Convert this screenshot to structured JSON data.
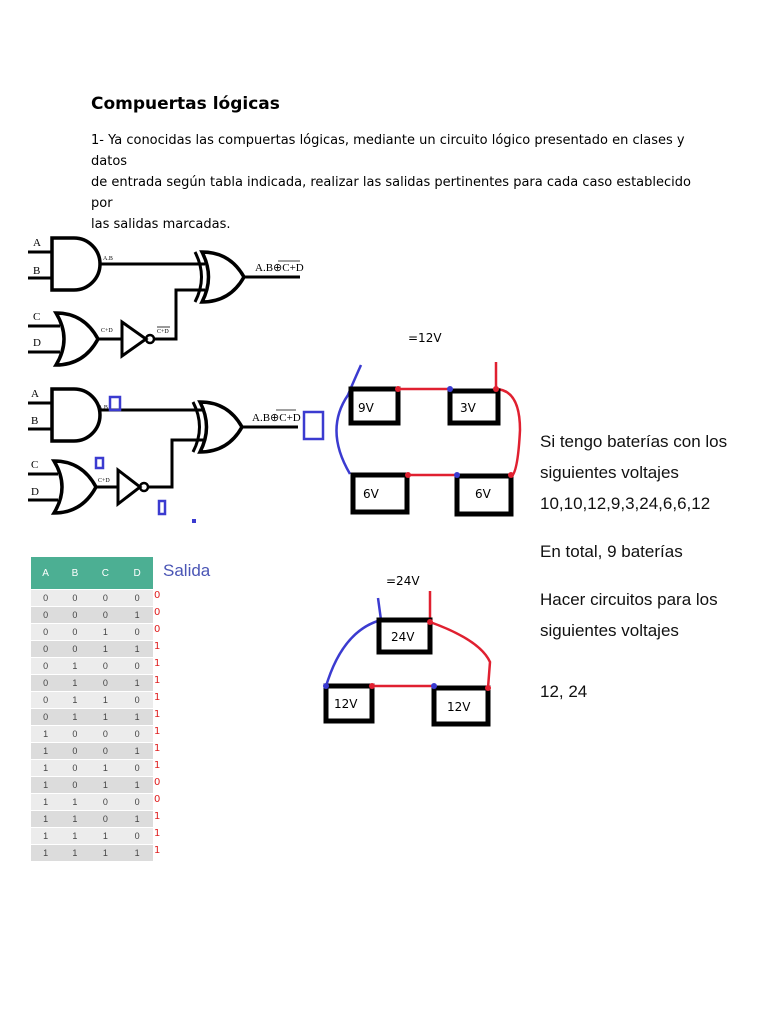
{
  "document": {
    "title": "Compuertas lógicas",
    "intro_lines": [
      "1- Ya conocidas las compuertas lógicas, mediante un circuito lógico presentado en clases y datos",
      "de entrada según tabla indicada, realizar las salidas pertinentes para cada caso establecido por",
      "las salidas marcadas."
    ]
  },
  "circuits": {
    "top": {
      "inputs": [
        "A",
        "B",
        "C",
        "D"
      ],
      "and_label": "A.B",
      "or_label": "C+D",
      "not_label": "C+D",
      "output": "A.B⊕C+D"
    },
    "bottom": {
      "inputs": [
        "A",
        "B",
        "C",
        "D"
      ],
      "and_label": "A.B",
      "or_label": "C+D",
      "output": "A.B⊕C+D"
    }
  },
  "battery_diagrams": {
    "one": {
      "total": "=12V",
      "cells": [
        "9V",
        "3V",
        "6V",
        "6V"
      ]
    },
    "two": {
      "total": "=24V",
      "cells": [
        "24V",
        "12V",
        "12V"
      ]
    }
  },
  "side_text": {
    "p1": [
      "Si tengo baterías con los",
      "siguientes voltajes",
      "10,10,12,9,3,24,6,6,12"
    ],
    "p2": "En total, 9 baterías",
    "p3": [
      "Hacer circuitos para los",
      "siguientes voltajes"
    ],
    "p4": "12, 24"
  },
  "truth_table": {
    "headers": [
      "A",
      "B",
      "C",
      "D"
    ],
    "output_header": "Salida",
    "rows": [
      [
        "0",
        "0",
        "0",
        "0"
      ],
      [
        "0",
        "0",
        "0",
        "1"
      ],
      [
        "0",
        "0",
        "1",
        "0"
      ],
      [
        "0",
        "0",
        "1",
        "1"
      ],
      [
        "0",
        "1",
        "0",
        "0"
      ],
      [
        "0",
        "1",
        "0",
        "1"
      ],
      [
        "0",
        "1",
        "1",
        "0"
      ],
      [
        "0",
        "1",
        "1",
        "1"
      ],
      [
        "1",
        "0",
        "0",
        "0"
      ],
      [
        "1",
        "0",
        "0",
        "1"
      ],
      [
        "1",
        "0",
        "1",
        "0"
      ],
      [
        "1",
        "0",
        "1",
        "1"
      ],
      [
        "1",
        "1",
        "0",
        "0"
      ],
      [
        "1",
        "1",
        "0",
        "1"
      ],
      [
        "1",
        "1",
        "1",
        "0"
      ],
      [
        "1",
        "1",
        "1",
        "1"
      ]
    ],
    "outputs": [
      "0",
      "0",
      "0",
      "1",
      "1",
      "1",
      "1",
      "1",
      "1",
      "1",
      "1",
      "0",
      "0",
      "1",
      "1",
      "1"
    ]
  },
  "colors": {
    "header_green": "#4caf93",
    "output_red": "#e02020",
    "salida_blue": "#4a55b5",
    "wire_red": "#e02030",
    "wire_blue": "#3b3bd0"
  }
}
